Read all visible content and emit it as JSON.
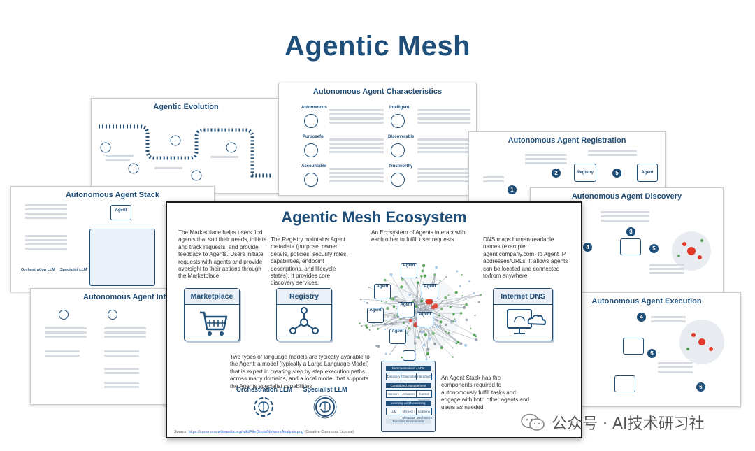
{
  "header": {
    "title": "Agentic Mesh"
  },
  "slides": {
    "evolution": {
      "title": "Agentic Evolution"
    },
    "characteristics": {
      "title": "Autonomous Agent Characteristics",
      "traits": [
        "Autonomous",
        "Purposeful",
        "Accountable",
        "Intelligent",
        "Discoverable",
        "Trustworthy"
      ]
    },
    "registration": {
      "title": "Autonomous Agent Registration",
      "registry": "Registry",
      "agent": "Agent",
      "steps": [
        "1",
        "2",
        "5"
      ]
    },
    "stack": {
      "title": "Autonomous Agent Stack",
      "agent": "Agent",
      "orchestration": "Orchestration LLM",
      "specialist": "Specialist LLM"
    },
    "interfaces": {
      "title": "Autonomous Agent Interfaces"
    },
    "discovery": {
      "title": "Autonomous Agent Discovery",
      "steps": [
        "3",
        "4",
        "5"
      ]
    },
    "execution": {
      "title": "Autonomous Agent Execution",
      "steps": [
        "4",
        "5",
        "6"
      ]
    }
  },
  "ecosystem": {
    "title": "Agentic Mesh Ecosystem",
    "marketplace_text": "The Marketplace helps users find agents that suit their needs, initiate and track requests, and provide feedback to Agents. Users initiate requests with agents and provide oversight to their actions through the Marketplace",
    "registry_text": "The Registry maintains Agent metadata (purpose, owner details, policies, security roles, capabilities, endpoint descriptions, and lifecycle states); It provides core discovery services.",
    "agents_text": "An Ecosystem of Agents interact with each other to fulfill user requests",
    "dns_text": "DNS maps human-readable names (example: agent.company.com) to Agent IP addresses/URLs. It allows agents can be located and connected to/from anywhere",
    "llm_text": "Two types of language models are typically available to the Agent: a model (typically a Large Language Model) that is expert in creating step by step execution paths across many domains, and a local model that supports the Agents specialist capabilities",
    "stack_text": "An Agent Stack has the components required to autonomously fulfill tasks and engage with both other agents and users as needed.",
    "marketplace_label": "Marketplace",
    "registry_label": "Registry",
    "dns_label": "Internet DNS",
    "orchestration_label": "Orchestration LLM",
    "specialist_label": "Specialist LLM",
    "agent_label": "Agent",
    "stack": {
      "comms": "Communications / APIs",
      "comms_cells": [
        "Discovery",
        "Observability",
        "Interactivity"
      ],
      "control": "Control and Management",
      "control_cells": [
        "Sensors",
        "Actuators",
        "Control Services"
      ],
      "learning": "Learning and Reasoning",
      "learning_cells": [
        "LLM",
        "Memory / Metadata",
        "Learning Mechanism"
      ],
      "runtime": "Run-time Environment"
    },
    "source_prefix": "Source:",
    "source_link": "https://commons.wikimedia.org/wiki/File:SocialNetworkAnalysis.png",
    "source_suffix": "(Creative Commons License)"
  },
  "watermark": {
    "text": "公众号 · AI技术研习社"
  },
  "colors": {
    "primary": "#1f4e79",
    "accent": "#e0392b",
    "green": "#5aa35a"
  }
}
